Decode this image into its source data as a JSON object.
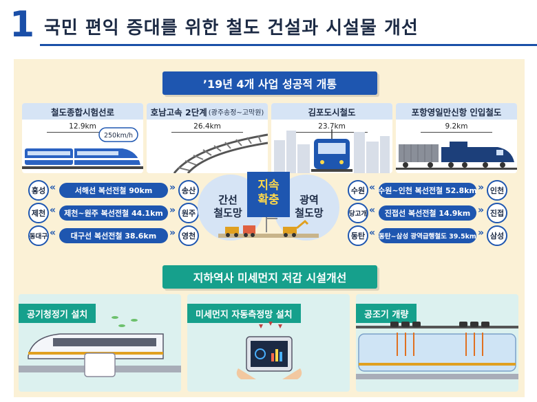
{
  "header": {
    "number": "1",
    "title": "국민 편익 증대를 위한 철도 건설과 시설물 개선"
  },
  "section1": {
    "title": "’19년 4개 사업 성공적 개통",
    "cards": [
      {
        "name": "철도종합시험선로",
        "sub": "",
        "length": "12.9km",
        "speed": "250km/h"
      },
      {
        "name": "호남고속 2단계",
        "sub": "(광주송정~고막원)",
        "length": "26.4km"
      },
      {
        "name": "김포도시철도",
        "sub": "",
        "length": "23.7km"
      },
      {
        "name": "포항영일만신항 인입철도",
        "sub": "",
        "length": "9.2km"
      }
    ],
    "left_routes": [
      {
        "from": "홍성",
        "line": "서해선 복선전철 90km",
        "to": "송산"
      },
      {
        "from": "제천",
        "line": "제천~원주 복선전철 44.1km",
        "to": "원주"
      },
      {
        "from": "동대구",
        "line": "대구선 복선전철 38.6km",
        "to": "영천"
      }
    ],
    "right_routes": [
      {
        "from": "수원",
        "line": "수원~인천 복선전철 52.8km",
        "to": "인천"
      },
      {
        "from": "당고개",
        "line": "진접선 복선전철 14.9km",
        "to": "진접"
      },
      {
        "from": "동탄",
        "line": "동탄~삼성 광역급행철도 39.5km",
        "to": "삼성"
      }
    ],
    "center": {
      "left_line1": "간선",
      "left_line2": "철도망",
      "mid_line1": "지속",
      "mid_line2": "확충",
      "right_line1": "광역",
      "right_line2": "철도망"
    },
    "chevron": "«",
    "chevron_r": "»"
  },
  "section2": {
    "title": "지하역사 미세먼지 저감 시설개선",
    "cards": [
      {
        "label": "공기청정기 설치"
      },
      {
        "label": "미세먼지 자동측정망 설치"
      },
      {
        "label": "공조기 개량"
      }
    ]
  },
  "colors": {
    "navy": "#1e56b0",
    "teal": "#16a08c",
    "panel": "#fbf1d6",
    "light_blue": "#d6e4f5"
  }
}
